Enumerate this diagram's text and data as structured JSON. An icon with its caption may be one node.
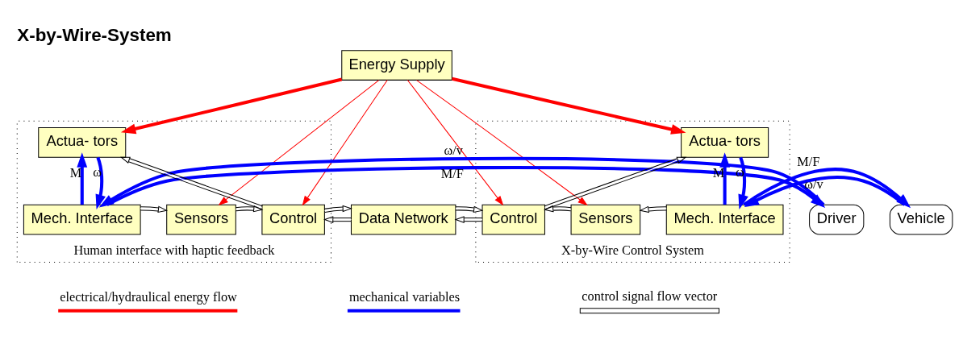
{
  "diagram": {
    "title": "X-by-Wire-System",
    "nodes": [
      {
        "text": [
          "Energy Supply"
        ]
      },
      {
        "text": [
          "Driver"
        ]
      },
      {
        "text": [
          "Human interface with haptic feedback"
        ]
      },
      {
        "text": [
          "Actua- tors"
        ],
        "in": 2
      },
      {
        "text": [
          "Mech. Interface"
        ],
        "in": 2
      },
      {
        "text": [
          "Sensors"
        ],
        "in": 2
      },
      {
        "text": [
          "Control"
        ],
        "in": 2
      },
      {
        "text": [
          "Data Network"
        ]
      },
      {
        "text": [
          "X-by-Wire Control System"
        ]
      },
      {
        "text": [
          "Control"
        ],
        "in": 8
      },
      {
        "text": [
          "Sensors"
        ],
        "in": 8
      },
      {
        "text": [
          "Actua- tors"
        ],
        "in": 8
      },
      {
        "text": [
          "Mech. Interface"
        ],
        "in": 8
      },
      {
        "text": [
          "Vehicle"
        ]
      }
    ],
    "edges": [
      {
        "from": 0,
        "to": 3,
        "arrow": "to",
        "style": "thick",
        "color": "#ff0000"
      },
      {
        "from": 0,
        "to": 5,
        "arrow": "to",
        "color": "#ff0000"
      },
      {
        "from": 0,
        "to": 6,
        "arrow": "to",
        "color": "#ff0000"
      },
      {
        "from": 0,
        "to": 9,
        "arrow": "to",
        "color": "#ff0000"
      },
      {
        "from": 0,
        "to": 10,
        "arrow": "to",
        "color": "#ff0000"
      },
      {
        "from": 0,
        "to": 11,
        "arrow": "to",
        "style": "thick",
        "color": "#ff0000"
      },
      {
        "from": 6,
        "to": 3,
        "arrow": "to"
      },
      {
        "from": 9,
        "to": 11,
        "arrow": "to"
      },
      {
        "from": 4,
        "to": 3,
        "arrow": "to",
        "label": "M",
        "style": "thick",
        "color": "#0000ff"
      },
      {
        "from": 3,
        "to": 4,
        "arrow": "to",
        "label": "ω",
        "style": "thick",
        "color": "#0000ff"
      },
      {
        "from": 12,
        "to": 11,
        "arrow": "to",
        "label": "M",
        "style": "thick",
        "color": "#0000ff"
      },
      {
        "from": 11,
        "to": 12,
        "arrow": "to",
        "label": "ω",
        "style": "thick",
        "color": "#0000ff"
      },
      {
        "from": 4,
        "to": 1,
        "arrow": "to",
        "label": "M/F",
        "style": "thick",
        "color": "#0000ff"
      },
      {
        "from": 1,
        "to": 4,
        "arrow": "to",
        "label": "ω/v",
        "style": "thick",
        "color": "#0000ff"
      },
      {
        "from": 4,
        "to": 5,
        "arrow": "to"
      },
      {
        "from": 5,
        "to": 6,
        "arrow": "to"
      },
      {
        "from": 7,
        "to": 6,
        "arrow": "to"
      },
      {
        "from": 6,
        "to": 7,
        "arrow": "to"
      },
      {
        "from": 9,
        "to": 7,
        "arrow": "to"
      },
      {
        "from": 7,
        "to": 9,
        "arrow": "to"
      },
      {
        "from": 10,
        "to": 9,
        "arrow": "to"
      },
      {
        "from": 12,
        "to": 10,
        "arrow": "to"
      },
      {
        "from": 12,
        "to": 13,
        "arrow": "to",
        "label": "M/F",
        "style": "thick",
        "color": "#0000ff"
      },
      {
        "from": 13,
        "to": 12,
        "arrow": "to",
        "label": "ω/v",
        "style": "thick",
        "color": "#0000ff"
      }
    ],
    "legend": [
      {
        "text": "electrical/hydraulical energy flow",
        "color": "#ff0000"
      },
      {
        "text": "mechanical variables",
        "color": "#0000ff"
      },
      {
        "text": "control signal flow vector"
      }
    ]
  }
}
